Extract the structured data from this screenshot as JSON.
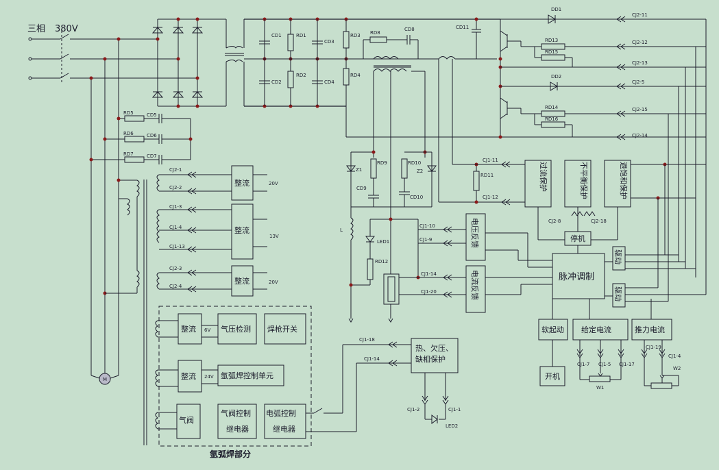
{
  "title": {
    "phase": "三相",
    "voltage": "380V"
  },
  "components": {
    "cd1": "CD1",
    "cd2": "CD2",
    "cd3": "CD3",
    "cd4": "CD4",
    "cd5": "CD5",
    "cd6": "CD6",
    "cd7": "CD7",
    "cd8": "CD8",
    "cd9": "CD9",
    "cd10": "CD10",
    "cd11": "CD11",
    "rd1": "RD1",
    "rd2": "RD2",
    "rd3": "RD3",
    "rd4": "RD4",
    "rd5": "RD5",
    "rd6": "RD6",
    "rd7": "RD7",
    "rd8": "RD8",
    "rd9": "RD9",
    "rd10": "RD10",
    "rd11": "RD11",
    "rd12": "RD12",
    "rd13": "RD13",
    "rd14": "RD14",
    "rd15": "RD15",
    "rd16": "RD16",
    "dd1": "DD1",
    "dd2": "DD2",
    "z1": "Z1",
    "z2": "Z2",
    "led1": "LED1",
    "led2": "LED2",
    "l": "L",
    "m": "M",
    "w1": "W1",
    "w2": "W2"
  },
  "connectors": {
    "cj2_1": "CJ2-1",
    "cj2_2": "CJ2-2",
    "cj1_3": "CJ1-3",
    "cj1_4": "CJ1-4",
    "cj1_13": "CJ1-13",
    "cj2_3": "CJ2-3",
    "cj2_4": "CJ2-4",
    "cj2_11": "CJ2-11",
    "cj2_12": "CJ2-12",
    "cj2_13": "CJ2-13",
    "cj2_5": "CJ2-5",
    "cj2_15": "CJ2-15",
    "cj2_14": "CJ2-14",
    "cj1_11": "CJ1-11",
    "cj1_12": "CJ1-12",
    "cj1_10": "CJ1-10",
    "cj1_9": "CJ1-9",
    "cj1_14": "CJ1-14",
    "cj1_20": "CJ1-20",
    "cj2_8": "CJ2-8",
    "cj2_18": "CJ2-18",
    "cj1_18": "CJ1-18",
    "cj1_14b": "CJ1-14",
    "cj1_2": "CJ1-2",
    "cj1_1": "CJ1-1",
    "cj1_7": "CJ1-7",
    "cj1_5": "CJ1-5",
    "cj1_17": "CJ1-17",
    "cj1_19": "CJ1-19",
    "cj1_4b": "CJ1-4"
  },
  "voltages": {
    "v20a": "20V",
    "v13": "13V",
    "v20b": "20V",
    "v6": "6V",
    "v24": "24V"
  },
  "blocks": {
    "rect1": "整流",
    "rect2": "整流",
    "rect3": "整流",
    "rect4": "整流",
    "rect5": "整流",
    "gas_check": "气压检测",
    "torch_switch": "焊枪开关",
    "argon_ctrl": "氩弧焊控制单元",
    "gas_valve": "气阀",
    "valve_relay_1": "气阀控制",
    "valve_relay_2": "继电器",
    "arc_relay_1": "电弧控制",
    "arc_relay_2": "继电器",
    "argon_section": "氩弧焊部分",
    "overcurrent": "过流保护",
    "unbalance": "不平衡保护",
    "desat": "退饱和保护",
    "stop": "停机",
    "voltage_fb": "电压反馈",
    "current_fb": "电流反馈",
    "pwm": "脉冲调制",
    "drive1": "驱动",
    "drive2": "驱动",
    "soft_start": "软起动",
    "given_current": "给定电流",
    "thrust_current": "推力电流",
    "start": "开机",
    "thermal_1": "热、欠压、",
    "thermal_2": "缺相保护"
  }
}
